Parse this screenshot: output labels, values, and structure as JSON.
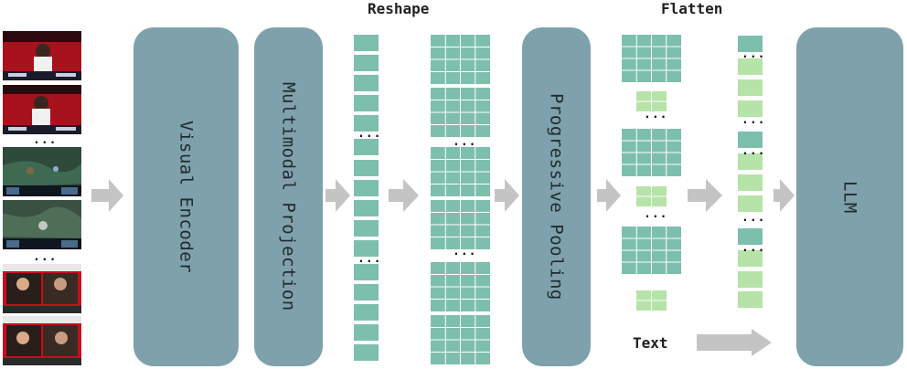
{
  "headings": {
    "reshape": "Reshape",
    "flatten": "Flatten"
  },
  "blocks": {
    "visual_encoder": "Visual Encoder",
    "multimodal_projection": "Multimodal Projection",
    "progressive_pooling": "Progressive Pooling",
    "llm": "LLM"
  },
  "text_input_label": "Text",
  "ellipsis": "...",
  "colors": {
    "block": "#7fa1ab",
    "token_dark": "#7dbfad",
    "token_light": "#b6e3a8",
    "arrow": "#c4c4c4",
    "stream_red": "#c4101c"
  },
  "frames": [
    {
      "kind": "stage",
      "scene": "player-at-desk"
    },
    {
      "kind": "stage",
      "scene": "player-at-desk"
    },
    {
      "kind": "game",
      "scene": "map-view"
    },
    {
      "kind": "game",
      "scene": "map-view"
    },
    {
      "kind": "stream",
      "scene": "two-streamers"
    },
    {
      "kind": "stream",
      "scene": "two-streamers"
    }
  ]
}
